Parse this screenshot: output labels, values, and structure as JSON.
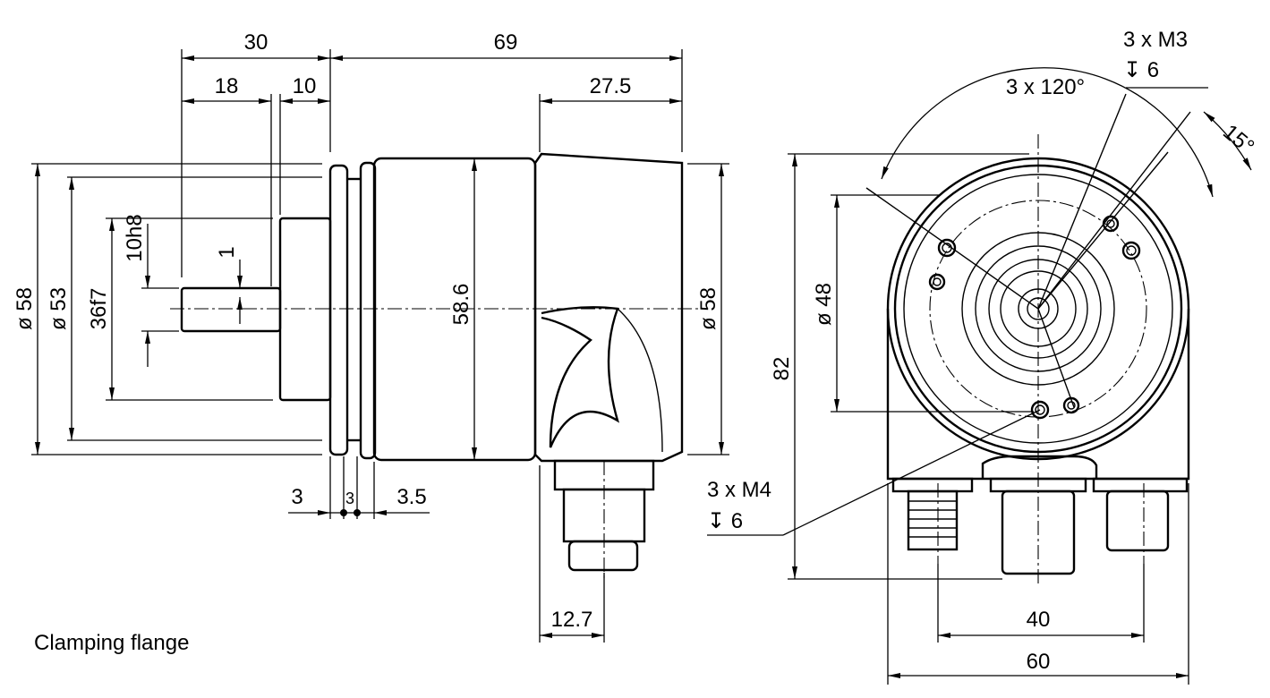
{
  "side_view": {
    "dims": {
      "d30": "30",
      "d69": "69",
      "d18": "18",
      "d10": "10",
      "d27_5": "27.5",
      "dia58_left": "ø 58",
      "dia53": "ø 53",
      "f36f7": "36f7",
      "f10h8": "10h8",
      "d1": "1",
      "d58_6": "58.6",
      "dia58_right": "ø 58",
      "d3a": "3",
      "d3b": "3",
      "d3_5": "3.5",
      "d12_7": "12.7"
    },
    "caption": "Clamping flange"
  },
  "front_view": {
    "dims": {
      "angle_120": "3 x 120°",
      "m3": "3 x M3",
      "m3_depth": "↧ 6",
      "angle_15": "15°",
      "dia48": "ø 48",
      "d82": "82",
      "m4": "3 x M4",
      "m4_depth": "↧ 6",
      "d40": "40",
      "d60": "60"
    }
  }
}
